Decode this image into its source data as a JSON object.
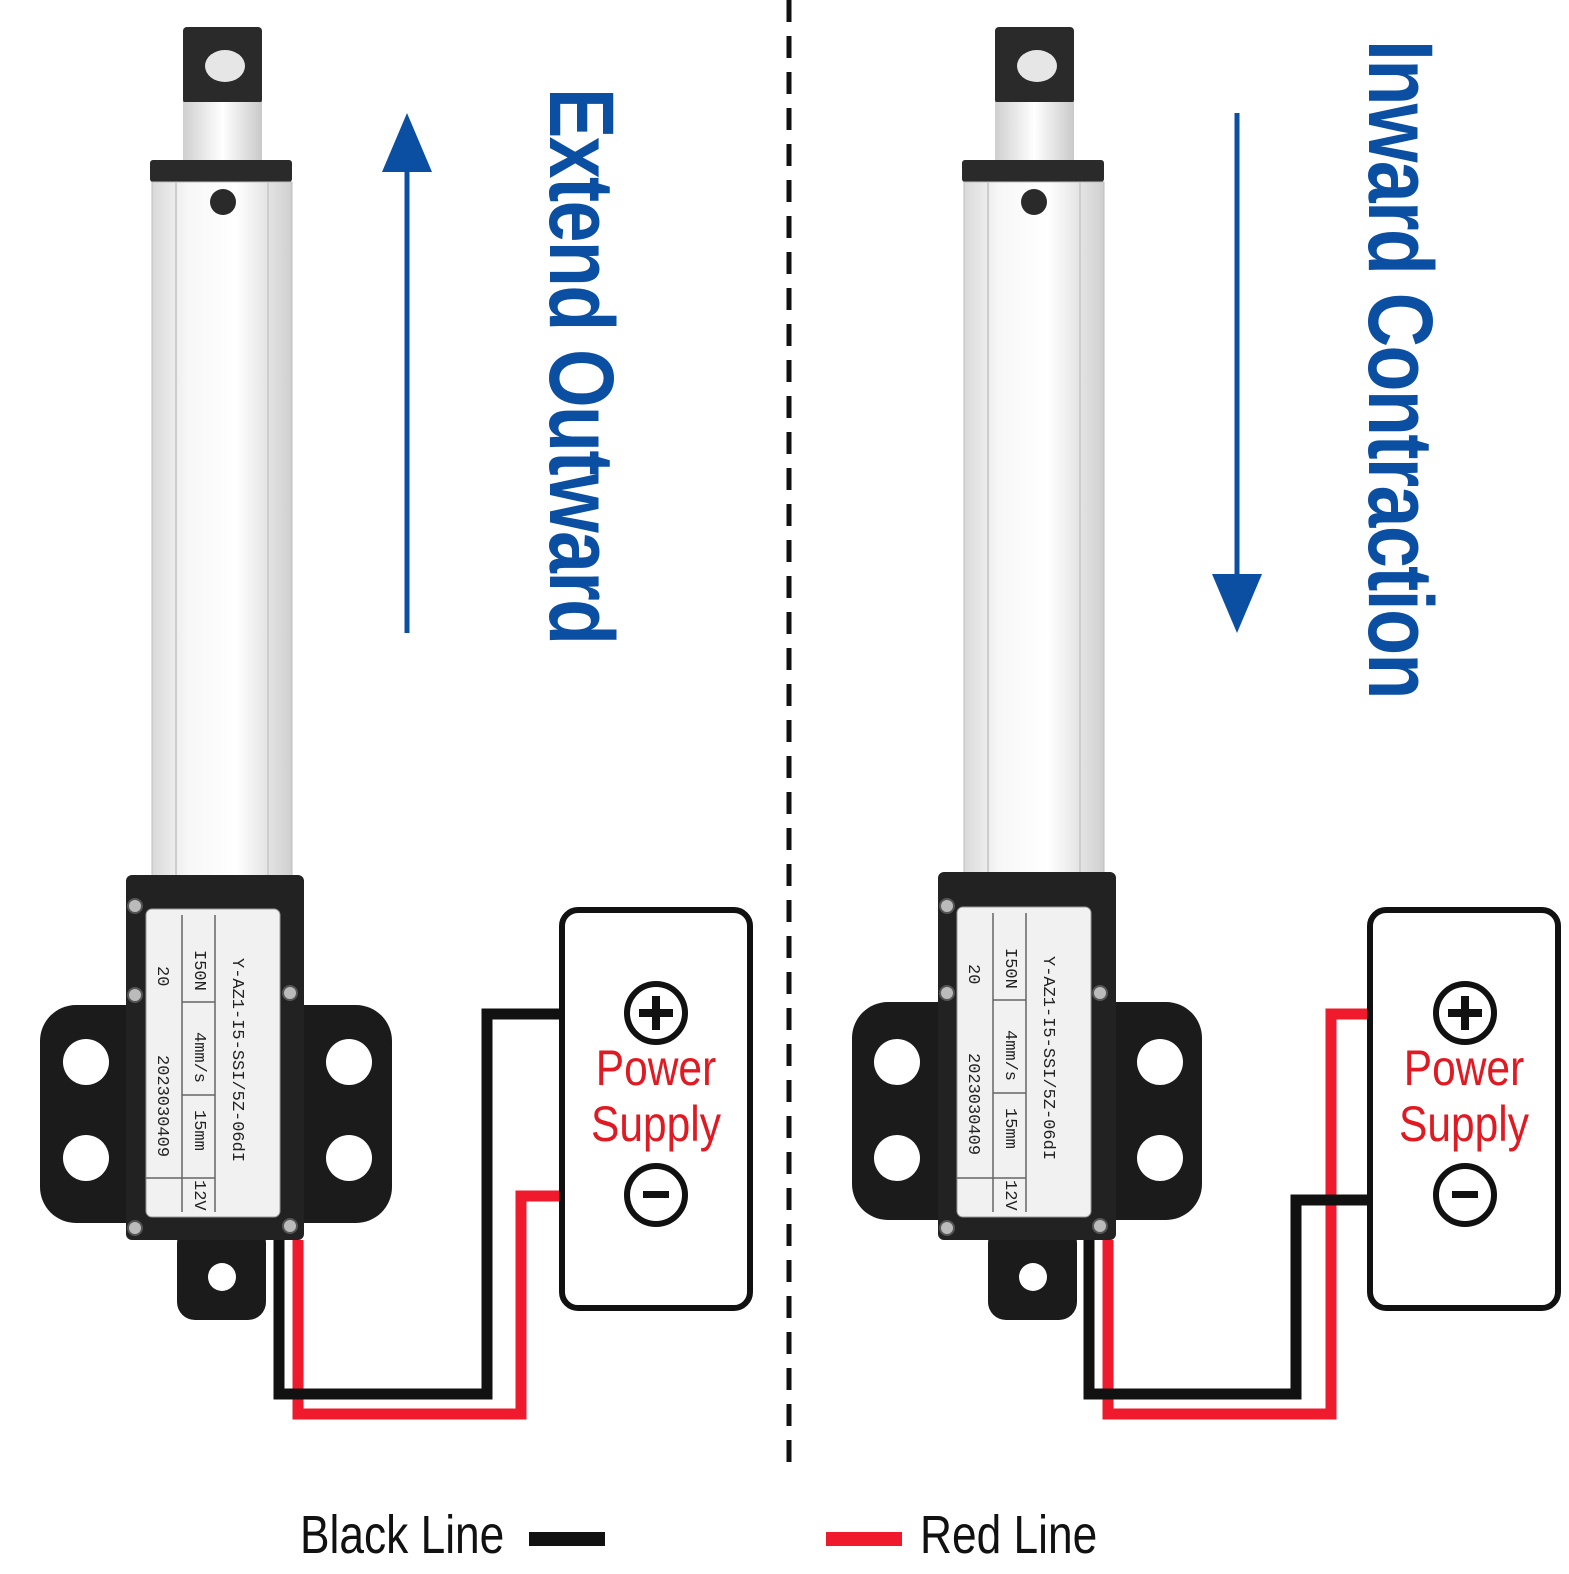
{
  "colors": {
    "accent_blue": "#0b4fa3",
    "wire_red": "#ef1b2d",
    "wire_black": "#111111",
    "power_text_red": "#e01a22",
    "actuator_body": "#eeeeee",
    "mount_black": "#1b1b1b"
  },
  "panels": {
    "left": {
      "direction_label": "Extend Outward",
      "arrow_direction": "up",
      "power_supply": {
        "line1": "Power",
        "line2": "Supply",
        "plus_icon": "plus-circle-icon",
        "minus_icon": "minus-circle-icon"
      },
      "wiring": {
        "positive_terminal": "black",
        "negative_terminal": "red"
      }
    },
    "right": {
      "direction_label": "Inward Contraction",
      "arrow_direction": "down",
      "power_supply": {
        "line1": "Power",
        "line2": "Supply",
        "plus_icon": "plus-circle-icon",
        "minus_icon": "minus-circle-icon"
      },
      "wiring": {
        "positive_terminal": "red",
        "negative_terminal": "black"
      }
    }
  },
  "actuator_label": {
    "line1": "Y-AZ1-I5-SSI/5Z-06dI",
    "line2": "I50N",
    "line3": "4mm/s",
    "line4": "15mm",
    "line5": "12V",
    "line6": "20",
    "line7": "2023030409"
  },
  "legend": {
    "black_line_label": "Black Line",
    "red_line_label": "Red Line"
  }
}
